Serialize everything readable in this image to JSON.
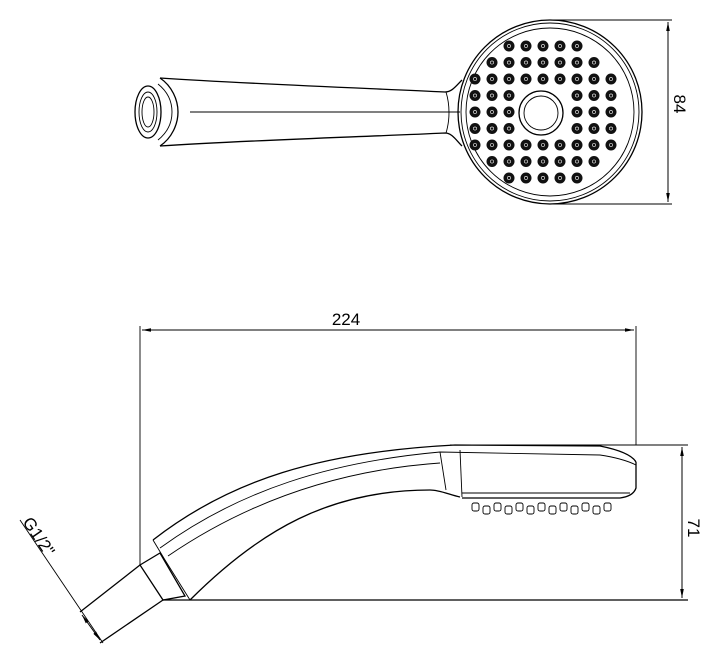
{
  "drawing": {
    "top_view": {
      "width_dimension": "84"
    },
    "side_view": {
      "length_dimension": "224",
      "height_dimension": "71",
      "thread_label": "G1/2\""
    }
  }
}
